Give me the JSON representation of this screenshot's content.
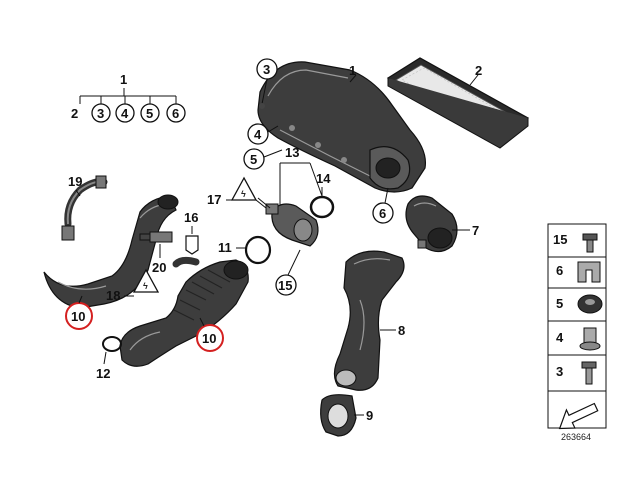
{
  "diagram": {
    "legend_tree": {
      "parent": "1",
      "children": [
        "2",
        "3",
        "4",
        "5",
        "6"
      ]
    },
    "callouts": {
      "c1": "1",
      "c2": "2",
      "c3": "3",
      "c4": "4",
      "c5": "5",
      "c6": "6",
      "c7": "7",
      "c8": "8",
      "c9": "9",
      "c10a": "10",
      "c10b": "10",
      "c11": "11",
      "c12": "12",
      "c13": "13",
      "c14": "14",
      "c15": "15",
      "c16": "16",
      "c17": "17",
      "c18": "18",
      "c19": "19",
      "c20": "20"
    },
    "sidebar": {
      "items": [
        "15",
        "6",
        "5",
        "4",
        "3"
      ]
    },
    "image_number": "263664",
    "colors": {
      "highlight_circle": "#d42020",
      "part_fill": "#3d3d3d",
      "line": "#111111"
    }
  }
}
